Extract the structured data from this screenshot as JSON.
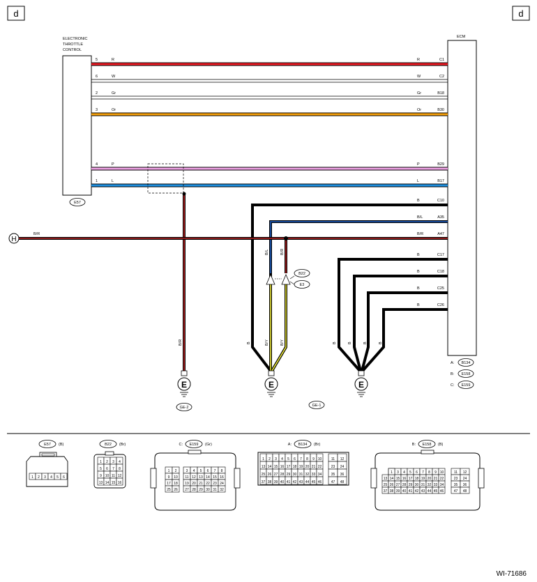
{
  "page_markers": {
    "left": "d",
    "right": "d"
  },
  "etc": {
    "title_lines": [
      "ELECTRONIC",
      "THROTTLE",
      "CONTROL"
    ],
    "connector": "E57"
  },
  "ecm": {
    "title": "ECM"
  },
  "wires": [
    {
      "pin": "5",
      "color_label": "R",
      "ecm_pin": "C1",
      "stroke": "#ee1c25"
    },
    {
      "pin": "6",
      "color_label": "W",
      "ecm_pin": "C2",
      "stroke": "#ffffff"
    },
    {
      "pin": "2",
      "color_label": "Gr",
      "ecm_pin": "B18",
      "stroke": "#ffffff"
    },
    {
      "pin": "3",
      "color_label": "Or",
      "ecm_pin": "B30",
      "stroke": "#f7a10a"
    },
    {
      "pin": "4",
      "color_label": "P",
      "ecm_pin": "B29",
      "stroke": "#f1a3e6"
    },
    {
      "pin": "1",
      "color_label": "L",
      "ecm_pin": "B17",
      "stroke": "#1d8fe0"
    }
  ],
  "ground_wires": [
    {
      "color_label": "B",
      "ecm_pin": "C10"
    },
    {
      "color_label": "B/L",
      "ecm_pin": "A35"
    },
    {
      "color_label": "B/R",
      "ecm_pin": "A47"
    },
    {
      "color_label": "B",
      "ecm_pin": "C17"
    },
    {
      "color_label": "B",
      "ecm_pin": "C18"
    },
    {
      "color_label": "B",
      "ecm_pin": "C25"
    },
    {
      "color_label": "B",
      "ecm_pin": "C26"
    }
  ],
  "terminal_H": {
    "letter": "H",
    "wire_label": "B/R"
  },
  "vertical_labels": {
    "shield_drain": "B/R",
    "bl": "B/L",
    "br": "B/R",
    "by1": "B/Y",
    "by2": "B/Y",
    "b_c10": "B",
    "b_c17": "B",
    "b_c18": "B",
    "b_c25": "B",
    "b_c26": "B"
  },
  "joint_connectors": {
    "top": "B22",
    "bottom": "E3"
  },
  "grounds": {
    "ground_letter": "E",
    "ge2": "GE-2",
    "ge1": "GE-1"
  },
  "ecm_connectors": [
    {
      "prefix": "A:",
      "name": "B134"
    },
    {
      "prefix": "B:",
      "name": "E158"
    },
    {
      "prefix": "C:",
      "name": "E159"
    }
  ],
  "connector_views": {
    "e57": {
      "name": "E57",
      "color": "(B)",
      "pins": [
        "1",
        "2",
        "3",
        "4",
        "5",
        "6"
      ]
    },
    "b22": {
      "name": "B22",
      "color": "(Br)",
      "pins": [
        "1",
        "2",
        "3",
        "4",
        "5",
        "6",
        "7",
        "8",
        "9",
        "10",
        "11",
        "12",
        "13",
        "14",
        "15",
        "16"
      ]
    },
    "e159": {
      "prefix": "C:",
      "name": "E159",
      "color": "(Gr)",
      "pins": [
        "1",
        "2",
        "3",
        "4",
        "5",
        "6",
        "7",
        "8",
        "9",
        "10",
        "11",
        "12",
        "13",
        "14",
        "15",
        "16",
        "17",
        "18",
        "19",
        "20",
        "21",
        "22",
        "23",
        "24",
        "25",
        "26",
        "27",
        "28",
        "29",
        "30",
        "31",
        "32"
      ]
    },
    "b134": {
      "prefix": "A:",
      "name": "B134",
      "color": "(Br)",
      "pins": [
        "1",
        "2",
        "3",
        "4",
        "5",
        "6",
        "7",
        "8",
        "9",
        "10",
        "11",
        "12",
        "13",
        "14",
        "15",
        "16",
        "17",
        "18",
        "19",
        "20",
        "21",
        "22",
        "23",
        "24",
        "25",
        "26",
        "27",
        "28",
        "29",
        "30",
        "31",
        "32",
        "33",
        "34",
        "35",
        "36",
        "37",
        "38",
        "39",
        "40",
        "41",
        "42",
        "43",
        "44",
        "45",
        "46",
        "47",
        "48"
      ]
    },
    "e158": {
      "prefix": "B:",
      "name": "E158",
      "color": "(B)",
      "pins": [
        "1",
        "2",
        "3",
        "4",
        "5",
        "6",
        "7",
        "8",
        "9",
        "10",
        "11",
        "12",
        "13",
        "14",
        "15",
        "16",
        "17",
        "18",
        "19",
        "20",
        "21",
        "22",
        "23",
        "24",
        "25",
        "26",
        "27",
        "28",
        "29",
        "30",
        "31",
        "32",
        "33",
        "34",
        "35",
        "36",
        "37",
        "38",
        "39",
        "40",
        "41",
        "42",
        "43",
        "44",
        "45",
        "46",
        "47",
        "48"
      ]
    }
  },
  "figure_id": "WI-71686"
}
